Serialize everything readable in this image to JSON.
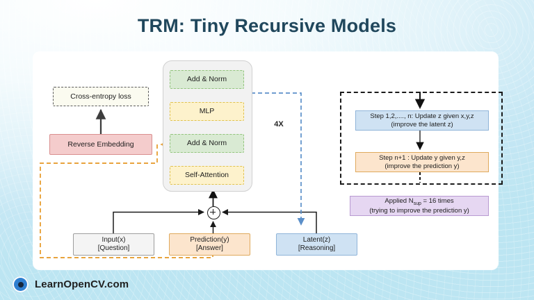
{
  "page": {
    "title": "TRM:  Tiny Recursive Models",
    "bg_color": "#bce5f2",
    "canvas_color": "#ffffff",
    "title_color": "#20475c"
  },
  "transformer": {
    "repeat_label": "4X",
    "blocks": [
      {
        "label": "Add & Norm",
        "color": "#d9ead3"
      },
      {
        "label": "MLP",
        "color": "#fdf2cc"
      },
      {
        "label": "Add & Norm",
        "color": "#d9ead3"
      },
      {
        "label": "Self-Attention",
        "color": "#fdf2cc"
      }
    ]
  },
  "left_column": {
    "loss": {
      "label": "Cross-entropy loss",
      "color": "#fbfbf0"
    },
    "reverse_embedding": {
      "label": "Reverse Embedding",
      "color": "#f4cccc"
    }
  },
  "bottom_row": {
    "input": {
      "line1": "Input(x)",
      "line2": "[Question]",
      "color": "#f4f4f4"
    },
    "prediction": {
      "line1": "Prediction(y)",
      "line2": "[Answer]",
      "color": "#fce5cd"
    },
    "latent": {
      "line1": "Latent(z)",
      "line2": "[Reasoning]",
      "color": "#cfe2f3"
    }
  },
  "right_column": {
    "step_n": {
      "line1": "Step 1,2,...., n: Update z given x,y,z",
      "line2": "(improve the latent z)",
      "color": "#cfe2f3"
    },
    "step_n1": {
      "line1": "Step n+1 : Update y given y,z",
      "line2": "(improve the prediction y)",
      "color": "#fce5cd"
    },
    "applied": {
      "prefix": "Applied N",
      "subscript": "sup",
      "suffix": " = 16 times",
      "line2": "(trying to improve the prediction y)",
      "color": "#e6d7f2"
    }
  },
  "junction": {
    "symbol": "+"
  },
  "footer": {
    "brand": "LearnOpenCV.com",
    "logo_icon": "aperture-dot-icon"
  }
}
